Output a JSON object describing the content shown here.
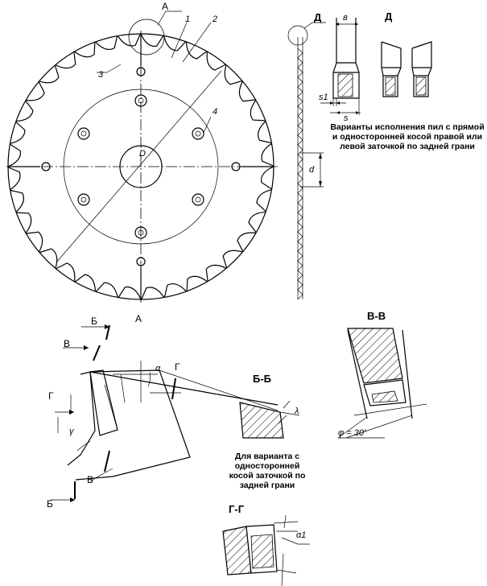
{
  "labels": {
    "view_a": "A",
    "view_a_bottom": "A",
    "view_d": "Д",
    "view_d2": "Д",
    "callout_1": "1",
    "callout_2": "2",
    "callout_3": "3",
    "callout_4": "4",
    "dim_b": "в",
    "dim_s1": "s1",
    "dim_s": "s",
    "dim_d": "d",
    "dim_D": "D",
    "section_b_left": "Б",
    "section_b_left2": "Б",
    "section_v_left": "В",
    "section_v_left2": "В",
    "section_g_left": "Г",
    "section_g_right": "Г",
    "alpha": "α",
    "gamma": "γ",
    "lambda": "λ",
    "alpha1": "α1",
    "phi": "φ = 30'",
    "section_vv": "В-В",
    "section_bb": "Б-Б",
    "section_gg": "Г-Г"
  },
  "notes": {
    "variants": "Варианты исполнения пил с прямой и односторонней косой правой или левой заточкой по задней грани",
    "variant_single": "Для варианта с односторонней косой заточкой по задней грани"
  }
}
